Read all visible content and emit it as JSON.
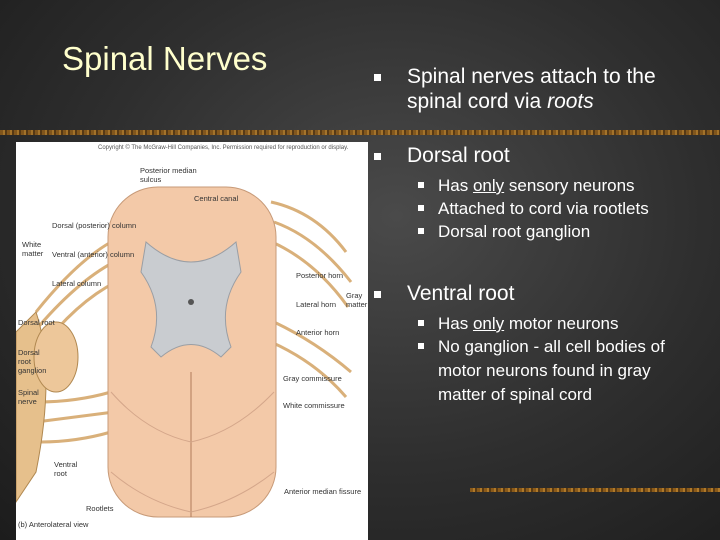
{
  "slide": {
    "title": "Spinal Nerves",
    "bullets": {
      "b1": {
        "text_before": "Spinal nerves attach to the spinal cord via ",
        "text_em": "roots"
      },
      "b2": {
        "text": "Dorsal root",
        "sub1": {
          "before": "Has ",
          "underline": "only",
          "after": " sensory neurons"
        },
        "sub2": "Attached to cord via rootlets",
        "sub3": "Dorsal root ganglion"
      },
      "b3": {
        "text": "Ventral root",
        "sub1": {
          "before": "Has ",
          "underline": "only",
          "after": " motor neurons"
        },
        "sub2": "No ganglion - all cell bodies of motor neurons found in gray matter of spinal cord"
      }
    }
  },
  "figure": {
    "copyright": "Copyright © The McGraw-Hill Companies, Inc. Permission required for reproduction or display.",
    "labels": {
      "posterior_median_sulcus": "Posterior median sulcus",
      "central_canal": "Central canal",
      "dorsal_column": "Dorsal (posterior) column",
      "ventral_column": "Ventral (anterior) column",
      "lateral_column": "Lateral column",
      "white_matter": "White matter",
      "posterior_horn": "Posterior horn",
      "lateral_horn": "Lateral horn",
      "anterior_horn": "Anterior horn",
      "gray_matter": "Gray matter",
      "dorsal_root": "Dorsal root",
      "dorsal_root_ganglion": "Dorsal root ganglion",
      "spinal_nerve": "Spinal nerve",
      "gray_commissure": "Gray commissure",
      "white_commissure": "White commissure",
      "ventral_root": "Ventral root",
      "anterior_median_fissure": "Anterior median fissure",
      "rootlets": "Rootlets",
      "view": "(b) Anterolateral view"
    }
  },
  "colors": {
    "title": "#ffffcc",
    "text": "#ffffff",
    "cord": "#f3c9a8",
    "gray_matter": "#c9ccd0",
    "nerve": "#e6c08c"
  }
}
